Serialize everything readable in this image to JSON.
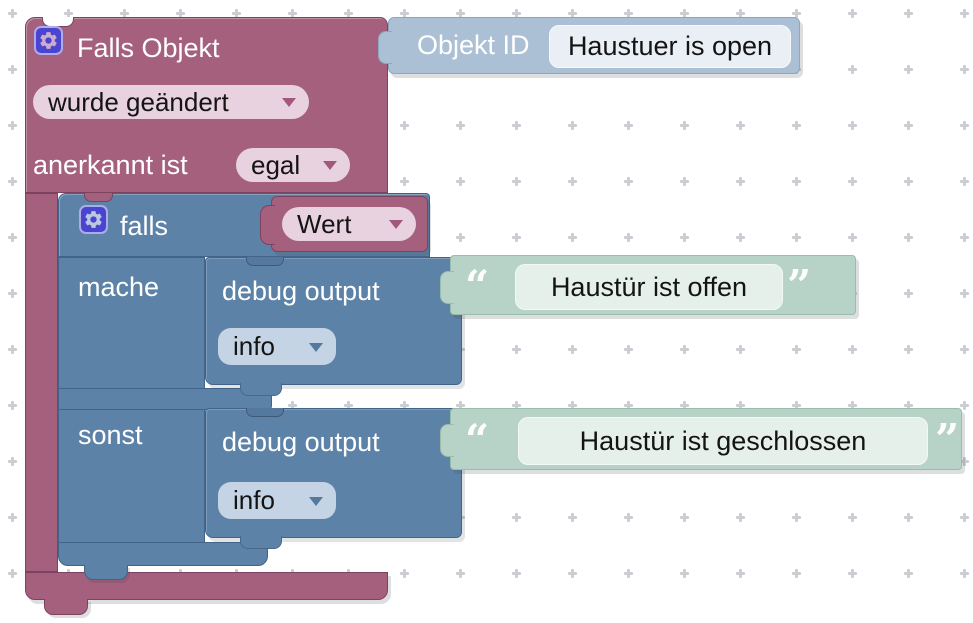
{
  "colors": {
    "trigger_block": "#a5607e",
    "logic_block": "#5d82a8",
    "string_block": "#b7d3c7",
    "object_id_block": "#abc0d5",
    "dropdown_pink": "#e9d2df",
    "dropdown_light_blue": "#c5d4e4",
    "mutator_icon_bg": "#4a45d0",
    "grid_cross": "#cbcfd3"
  },
  "trigger_block": {
    "title": "Falls Objekt",
    "edge_dropdown": {
      "value": "wurde geändert"
    },
    "ack_label": "anerkannt ist",
    "ack_dropdown": {
      "value": "egal"
    }
  },
  "object_id_block": {
    "label": "Objekt ID",
    "id_field": {
      "value": "Haustuer is open"
    }
  },
  "if_block": {
    "if_label": "falls",
    "condition_dropdown": {
      "value": "Wert"
    },
    "then_label": "mache",
    "else_label": "sonst"
  },
  "debug_blocks": [
    {
      "label": "debug output",
      "level_dropdown": {
        "value": "info"
      },
      "message": {
        "value": "Haustür ist offen"
      }
    },
    {
      "label": "debug output",
      "level_dropdown": {
        "value": "info"
      },
      "message": {
        "value": "Haustür ist geschlossen"
      }
    }
  ],
  "string_quotes": {
    "open": "“",
    "close": "”"
  }
}
